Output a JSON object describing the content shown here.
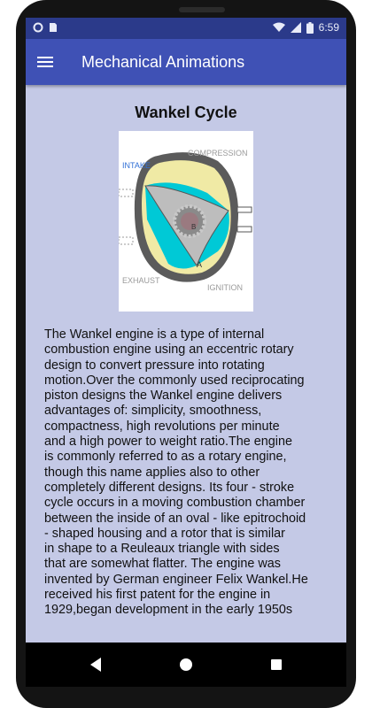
{
  "status_bar": {
    "time": "6:59",
    "icons": [
      "circle-icon",
      "sim-card-icon",
      "wifi-icon",
      "signal-icon",
      "battery-icon"
    ]
  },
  "app_bar": {
    "title": "Mechanical Animations",
    "menu_icon": "hamburger-menu-icon"
  },
  "page": {
    "title": "Wankel Cycle",
    "diagram": {
      "labels": {
        "intake": "INTAKE",
        "compression": "COMPRESSION",
        "exhaust": "EXHAUST",
        "ignition": "IGNITION",
        "rotor_label": "A",
        "gear_label": "B"
      },
      "colors": {
        "housing": "#5b5b5b",
        "chamber": "#00c9d6",
        "rotor": "#bdbdbd",
        "intake_label": "#2f6fd6",
        "fuel": "#f0eaa5"
      }
    },
    "description": "The Wankel engine is a type of internal\ncombustion engine using an eccentric rotary\ndesign to convert pressure into rotating\nmotion.Over the commonly used reciprocating\npiston designs the Wankel engine delivers\nadvantages of: simplicity, smoothness,\ncompactness, high revolutions per minute\nand a high power to weight ratio.The engine\nis commonly referred to as a rotary engine,\nthough this name applies also to other\ncompletely different designs. Its four - stroke\ncycle occurs in a moving combustion chamber\nbetween the inside of an oval - like epitrochoid\n- shaped housing and a rotor that is similar\nin shape to a Reuleaux triangle with sides\nthat are somewhat flatter. The engine was\ninvented by German engineer Felix Wankel.He\nreceived his first patent for the engine in\n1929,began development in the early 1950s"
  },
  "nav_bar": {
    "buttons": [
      "back-icon",
      "home-icon",
      "recents-icon"
    ]
  }
}
